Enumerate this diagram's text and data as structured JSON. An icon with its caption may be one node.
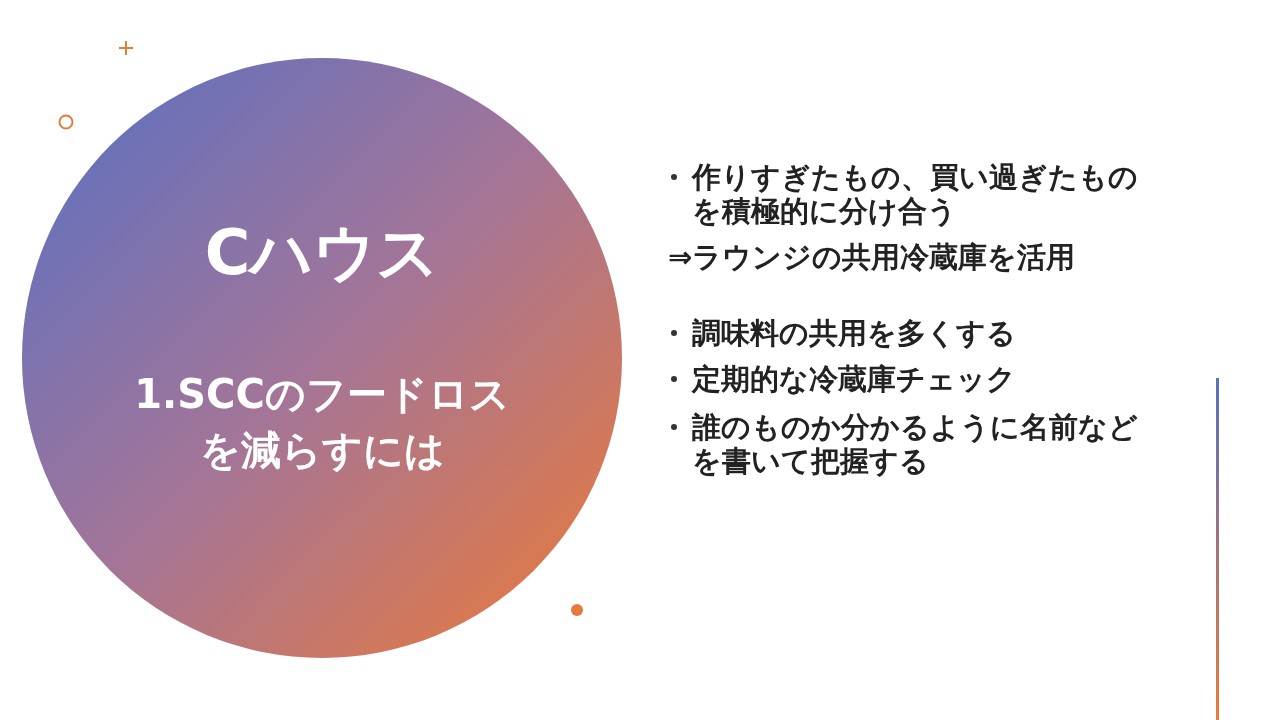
{
  "diagram": {
    "nodes": [
      {
        "text": [
          "Cハウス",
          "1.SCCのフードロスを減らすには"
        ]
      }
    ],
    "labels": [
      "作りすぎたもの、買い過ぎたものを積極的に分け合う",
      "⇒ラウンジの共用冷蔵庫を活用",
      "調味料の共用を多くする",
      "定期的な冷蔵庫チェック",
      "誰のものか分かるように名前などを書いて把握する"
    ]
  }
}
